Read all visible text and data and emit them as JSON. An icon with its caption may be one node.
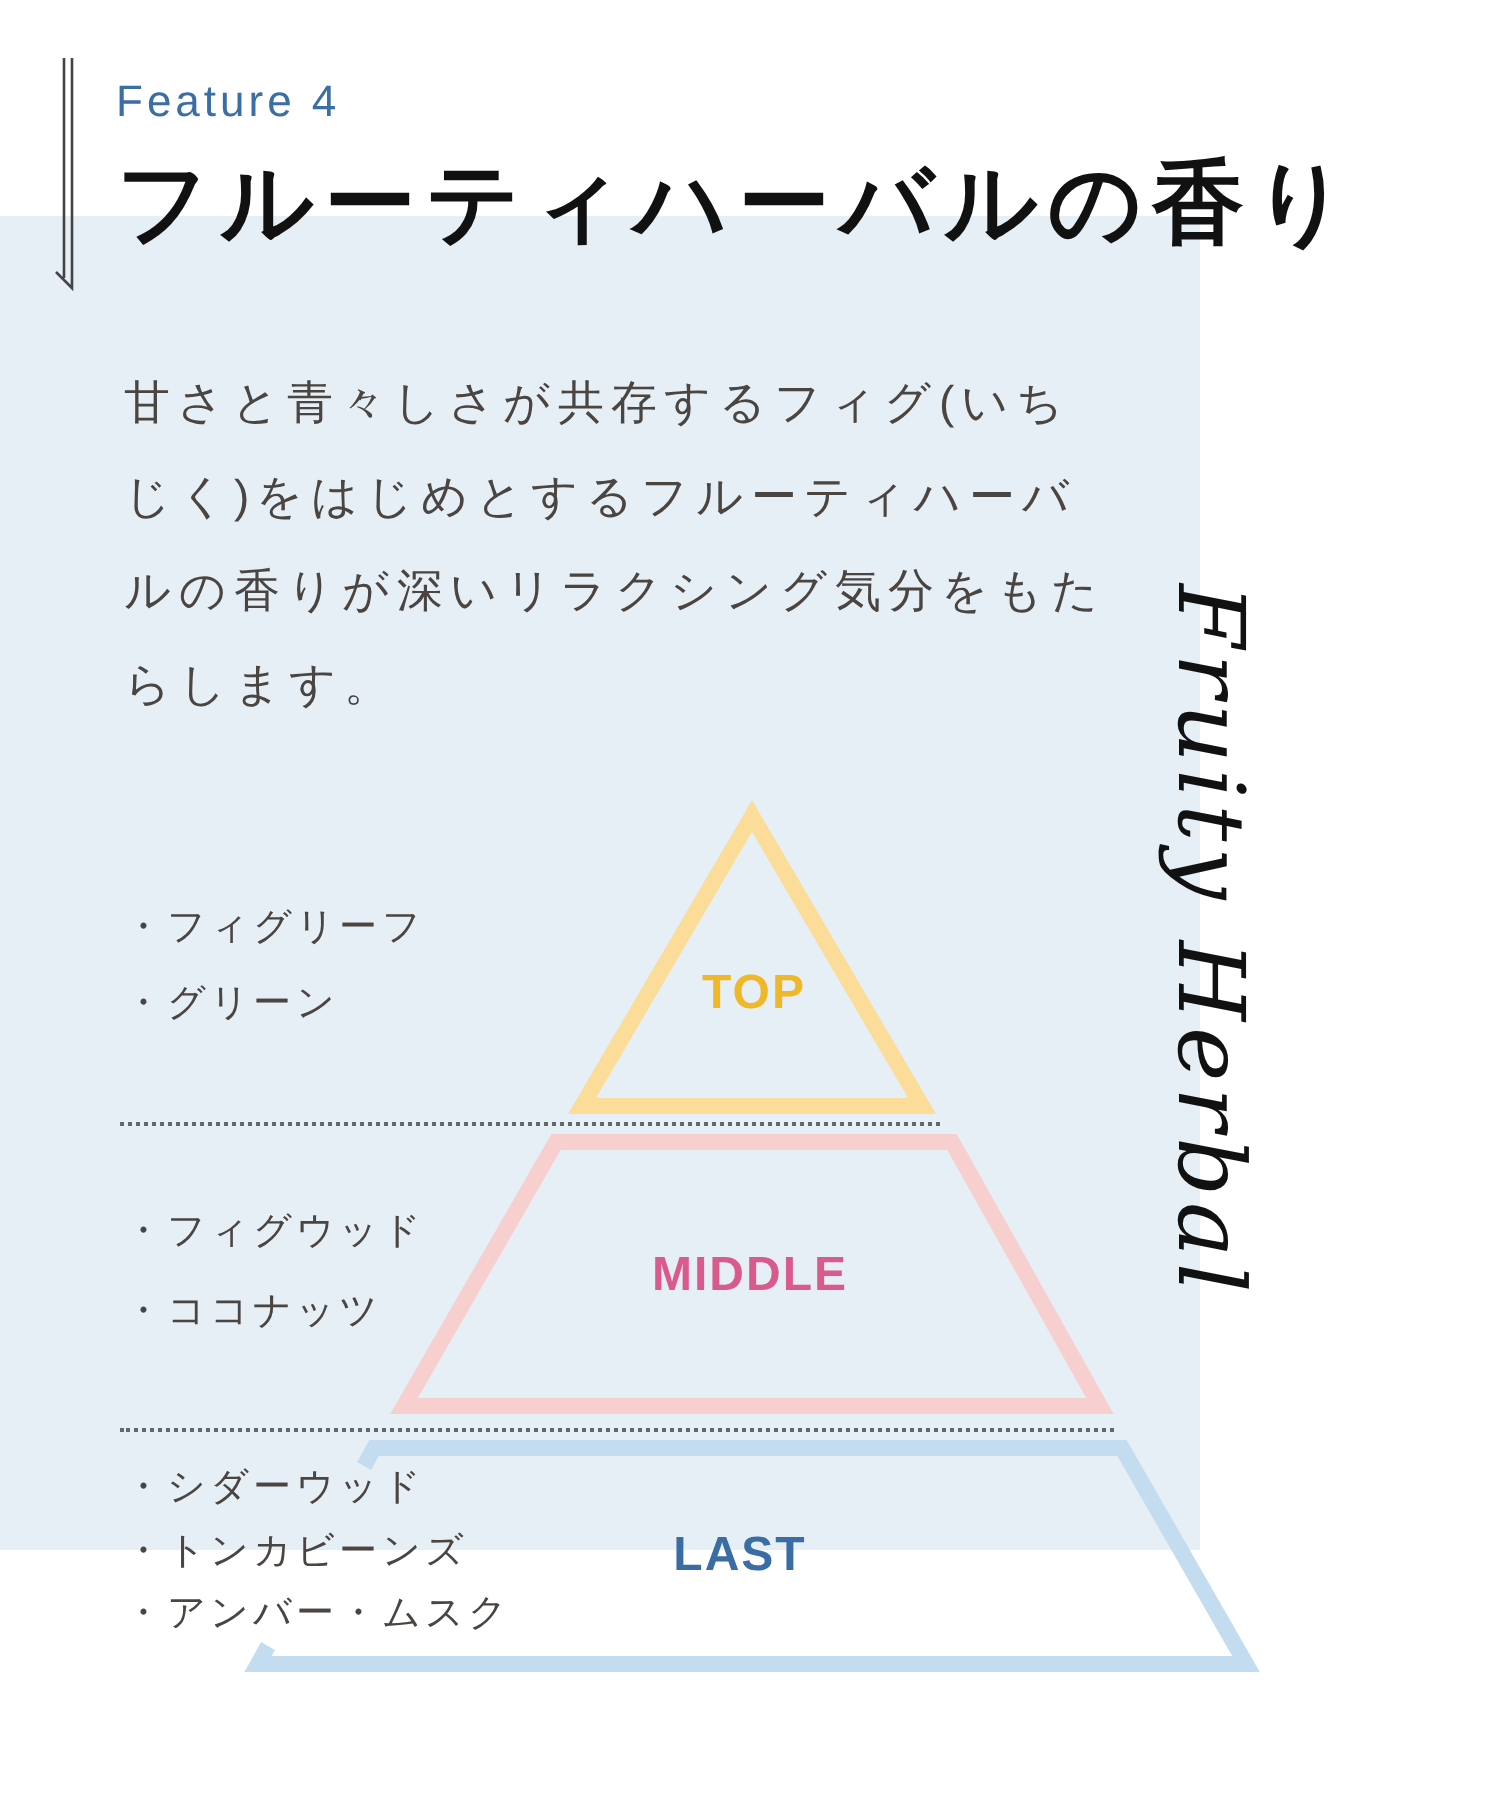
{
  "diagram": {
    "title": "フルーティハーバルの香り",
    "nodes": [
      {
        "text": [
          "TOP"
        ],
        "beside": [
          "・フィグリーフ",
          "・グリーン"
        ]
      },
      {
        "text": [
          "MIDDLE"
        ],
        "beside": [
          "・フィグウッド",
          "・ココナッツ"
        ]
      },
      {
        "text": [
          "LAST",
          "・シダーウッド",
          "・トンカビーンズ",
          "・アンバー・ムスク"
        ]
      }
    ],
    "labels": [
      "Feature 4",
      "甘さと青々しさが共存するフィグ(いちじく)をはじめとするフルーティハーバルの香りが深いリラクシング気分をもたらします。",
      "Fruity Herbal"
    ]
  }
}
